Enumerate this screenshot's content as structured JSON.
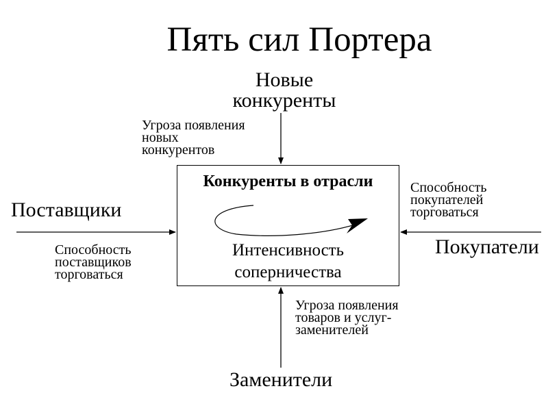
{
  "title": "Пять сил Портера",
  "center": {
    "heading": "Конкуренты в отрасли",
    "text": "Интенсивность\nсоперничества"
  },
  "forces": {
    "top": {
      "label_line1": "Новые",
      "label_line2": "конкуренты",
      "note": "Угроза появления\nновых\nконкурентов"
    },
    "left": {
      "label": "Поставщики",
      "note": "Способность\nпоставщиков\nторговаться"
    },
    "right": {
      "label": "Покупатели",
      "note": "Способность\nпокупателей\nторговаться"
    },
    "bottom": {
      "label": "Заменители",
      "note": "Угроза появления\nтоваров и услуг-\nзаменителей"
    }
  }
}
